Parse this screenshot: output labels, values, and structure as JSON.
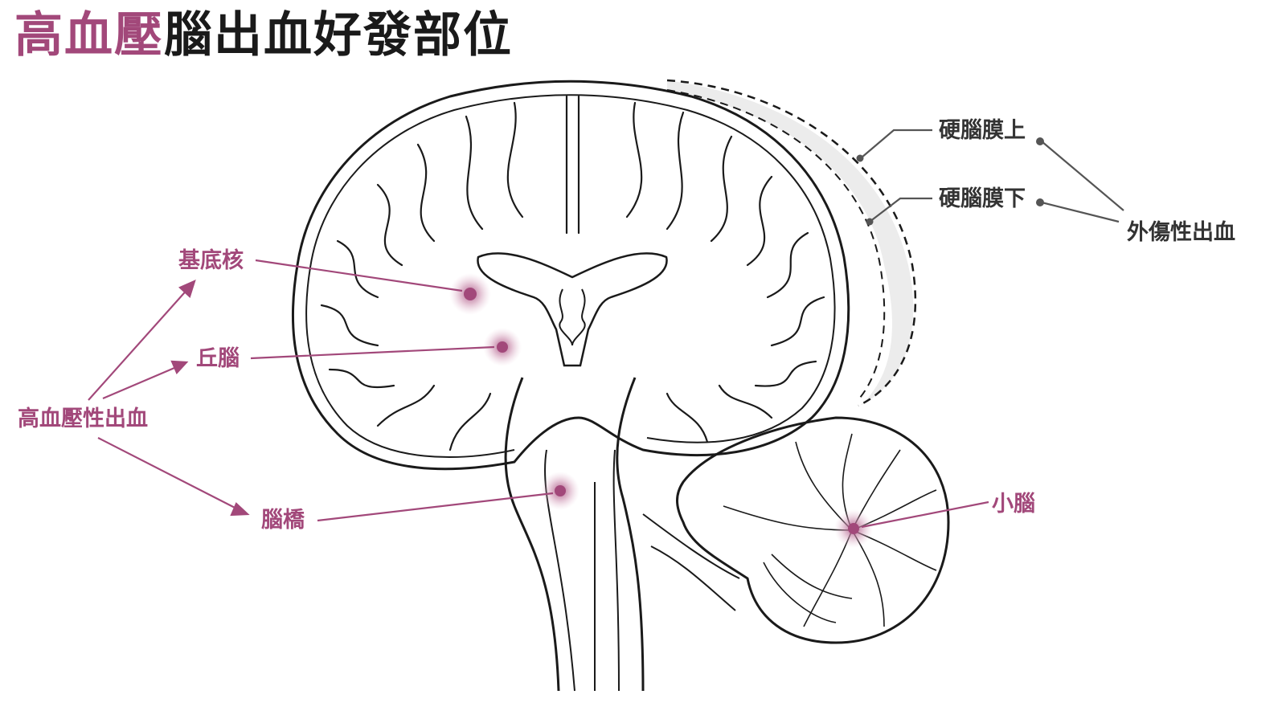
{
  "title": {
    "accent": "高血壓",
    "rest": "腦出血好發部位"
  },
  "colors": {
    "accent": "#a2487a",
    "outline": "#1a1a1a",
    "leader": "#555555",
    "membrane": "#ececec"
  },
  "labels": {
    "basal_ganglia": "基底核",
    "thalamus": "丘腦",
    "pons": "腦橋",
    "hypertensive": "高血壓性出血",
    "cerebellum": "小腦",
    "epidural": "硬腦膜上",
    "subdural": "硬腦膜下",
    "traumatic": "外傷性出血"
  }
}
